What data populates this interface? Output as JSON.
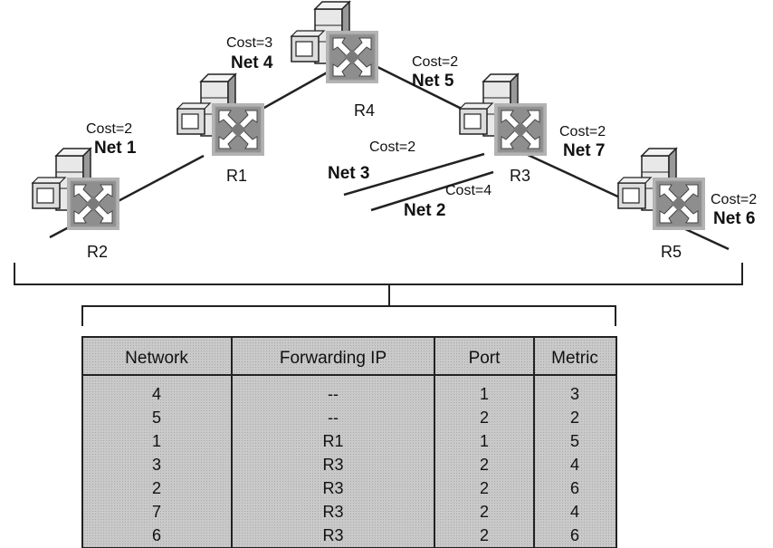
{
  "routers": [
    {
      "id": "r4",
      "name": "R4"
    },
    {
      "id": "r1",
      "name": "R1"
    },
    {
      "id": "r2",
      "name": "R2"
    },
    {
      "id": "r3",
      "name": "R3"
    },
    {
      "id": "r5",
      "name": "R5"
    }
  ],
  "links": [
    {
      "id": "net4",
      "name": "Net 4",
      "cost": "Cost=3"
    },
    {
      "id": "net5",
      "name": "Net 5",
      "cost": "Cost=2"
    },
    {
      "id": "net1",
      "name": "Net 1",
      "cost": "Cost=2"
    },
    {
      "id": "net3",
      "name": "Net 3",
      "cost": "Cost=2"
    },
    {
      "id": "net2",
      "name": "Net 2",
      "cost": "Cost=4"
    },
    {
      "id": "net7",
      "name": "Net 7",
      "cost": "Cost=2"
    },
    {
      "id": "net6",
      "name": "Net 6",
      "cost": "Cost=2"
    }
  ],
  "table": {
    "headers": [
      "Network",
      "Forwarding IP",
      "Port",
      "Metric"
    ],
    "rows": [
      [
        "4",
        "--",
        "1",
        "3"
      ],
      [
        "5",
        "--",
        "2",
        "2"
      ],
      [
        "1",
        "R1",
        "1",
        "5"
      ],
      [
        "3",
        "R3",
        "2",
        "4"
      ],
      [
        "2",
        "R3",
        "2",
        "6"
      ],
      [
        "7",
        "R3",
        "2",
        "4"
      ],
      [
        "6",
        "R3",
        "2",
        "6"
      ]
    ]
  },
  "colors": {
    "table_fill": "#cfcfcf",
    "router_gray": "#8e8e8e",
    "router_border": "#b0b0b0",
    "line": "#222222"
  }
}
